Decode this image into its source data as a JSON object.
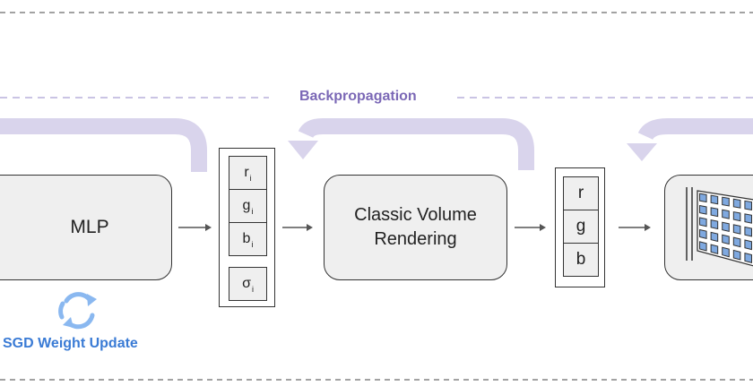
{
  "colors": {
    "backprop": "#7b68b6",
    "backprop_band": "#d9d4ec",
    "sgd": "#3a7bd5",
    "sgd_icon": "#8ab8f0",
    "stroke": "#333333",
    "box_fill": "#efefef"
  },
  "labels": {
    "backprop": "Backpropagation",
    "sgd": "SGD Weight Update"
  },
  "nodes": {
    "mlp": "MLP",
    "renderer_line1": "Classic Volume",
    "renderer_line2": "Rendering"
  },
  "mlp_output": [
    {
      "base": "r",
      "sub": "i"
    },
    {
      "base": "g",
      "sub": "i"
    },
    {
      "base": "b",
      "sub": "i"
    },
    {
      "base": "σ",
      "sub": "i"
    }
  ],
  "pixel_output": [
    "r",
    "g",
    "b"
  ],
  "icons": {
    "refresh": "refresh-cycle-icon",
    "image": "image-grid-icon"
  }
}
